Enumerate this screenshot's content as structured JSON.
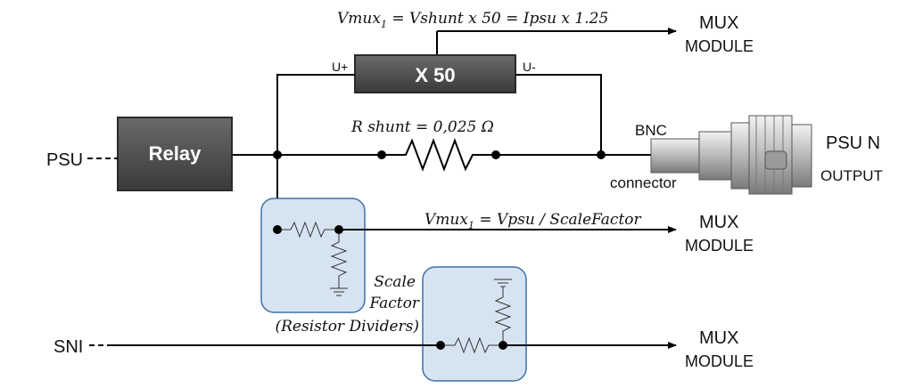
{
  "blocks": {
    "relay": "Relay",
    "amplifier": "X 50",
    "amp_in": "U+",
    "amp_out": "U-"
  },
  "equations": {
    "top_a": "Vmux",
    "top_sub": "1",
    "top_b": " = Vshunt x 50 = Ipsu x 1.25",
    "shunt": "R shunt = 0,025 Ω",
    "mid_a": "Vmux",
    "mid_sub": "1",
    "mid_b": " = Vpsu / ScaleFactor"
  },
  "labels": {
    "psu": "PSU",
    "sni": "SNI",
    "bnc": "BNC",
    "connector": "connector",
    "psu_n_a": "PSU N",
    "psu_n_b": "OUTPUT",
    "scale_1": "Scale",
    "scale_2": "Factor",
    "scale_3": "(Resistor Dividers)"
  },
  "mux": [
    {
      "line1": "MUX",
      "line2": "MODULE"
    },
    {
      "line1": "MUX",
      "line2": "MODULE"
    },
    {
      "line1": "MUX",
      "line2": "MODULE"
    }
  ],
  "colors": {
    "block_fill": "#4a4a4a",
    "divider_fill": "#d6e4f2",
    "divider_stroke": "#3e6fa8",
    "wire": "#000000"
  }
}
